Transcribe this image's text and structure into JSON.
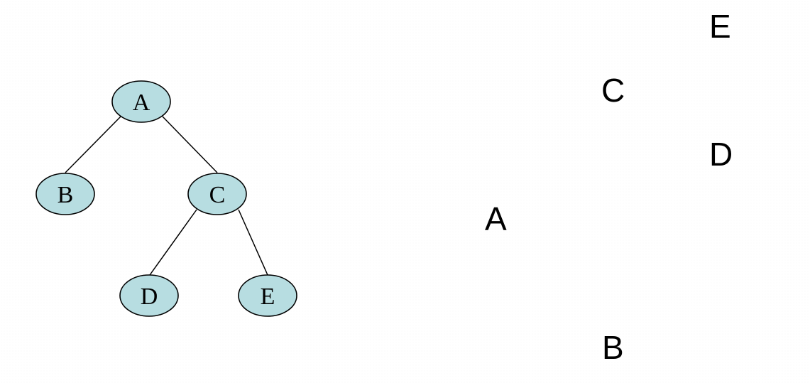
{
  "title": "",
  "tree": {
    "nodes": [
      {
        "id": "A",
        "label": "A"
      },
      {
        "id": "B",
        "label": "B"
      },
      {
        "id": "C",
        "label": "C"
      },
      {
        "id": "D",
        "label": "D"
      },
      {
        "id": "E",
        "label": "E"
      }
    ],
    "edges": [
      {
        "from": "A",
        "to": "B"
      },
      {
        "from": "A",
        "to": "C"
      },
      {
        "from": "C",
        "to": "D"
      },
      {
        "from": "C",
        "to": "E"
      }
    ]
  },
  "rotated_tree": {
    "letters": [
      "E",
      "C",
      "D",
      "A",
      "B"
    ]
  },
  "colors": {
    "node_fill": "#b7dde1",
    "node_stroke": "#000000"
  }
}
